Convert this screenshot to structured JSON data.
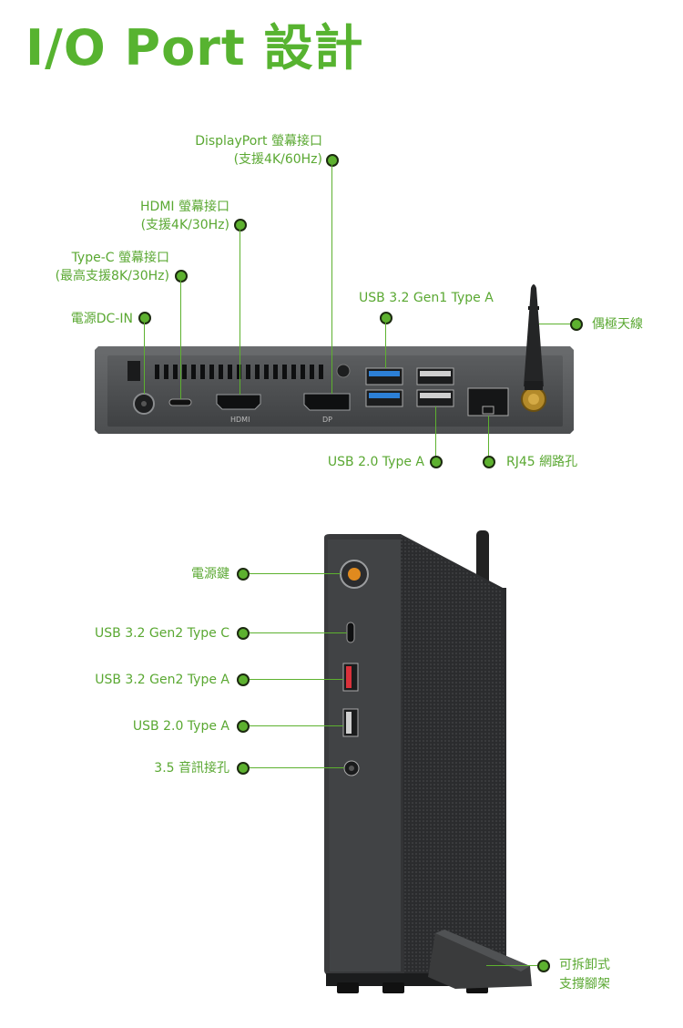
{
  "title": "I/O Port 設計",
  "rear_panel": {
    "displayport_line1": "DisplayPort 螢幕接口",
    "displayport_line2": "(支援4K/60Hz)",
    "hdmi_line1": "HDMI 螢幕接口",
    "hdmi_line2": "(支援4K/30Hz)",
    "typec_line1": "Type-C 螢幕接口",
    "typec_line2": "(最高支援8K/30Hz)",
    "dcin": "電源DC-IN",
    "usb32gen1": "USB 3.2 Gen1  Type A",
    "antenna": "偶極天線",
    "usb20": "USB 2.0  Type A",
    "rj45": "RJ45 網路孔",
    "silk_hdmi": "HDMI",
    "silk_dp": "DP"
  },
  "front_panel": {
    "power_button": "電源鍵",
    "usb32gen2_typec": "USB 3.2 Gen2  Type C",
    "usb32gen2_typea": "USB 3.2 Gen2  Type A",
    "usb20_typea": "USB 2.0  Type A",
    "audio_jack": "3.5 音訊接孔",
    "stand_line1": "可拆卸式",
    "stand_line2": "支撐腳架"
  },
  "colors": {
    "accent": "#5db12f",
    "usb3_blue": "#2c7fd6",
    "usb_red": "#d9313a",
    "chassis": "#4a4c4e"
  }
}
